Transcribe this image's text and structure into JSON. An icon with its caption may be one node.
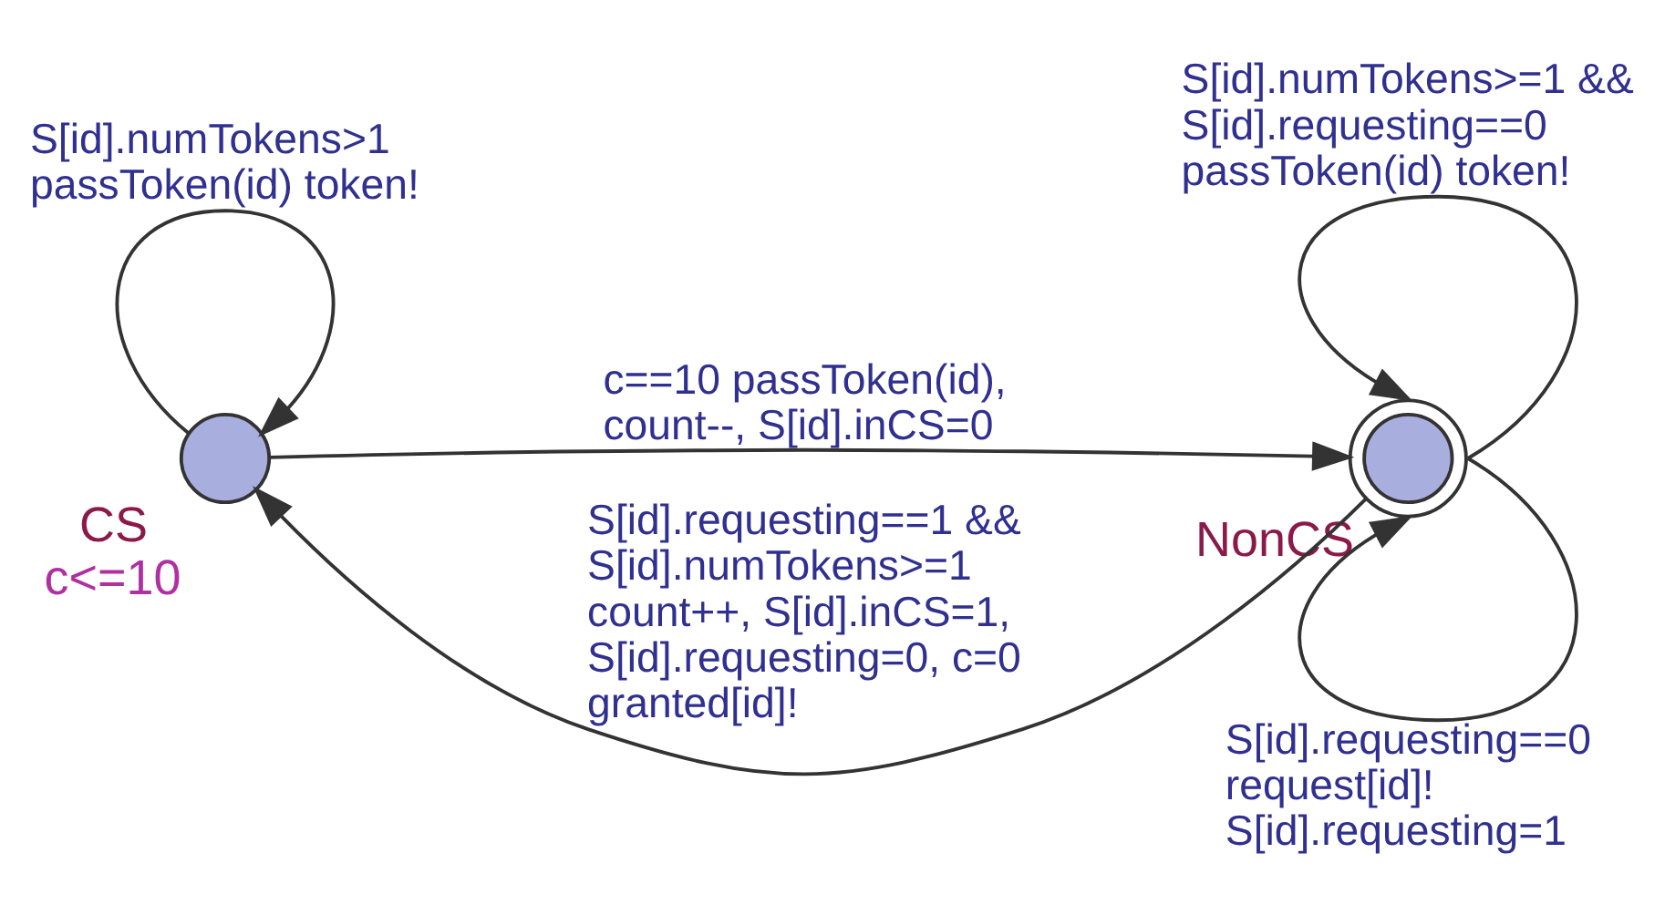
{
  "diagram": {
    "nodes": [
      {
        "text": [
          "CS"
        ],
        "beside": [
          "c<=10"
        ]
      },
      {
        "text": [
          "NonCS"
        ]
      }
    ],
    "edges": [
      {
        "from": 0,
        "to": 1,
        "arrow": "to",
        "label": "c==10 passToken(id), count--, S[id].inCS=0"
      },
      {
        "from": 0,
        "to": 0,
        "arrow": "to",
        "label": "S[id].numTokens>1 passToken(id) token!"
      },
      {
        "from": 1,
        "to": 1,
        "arrow": "to",
        "label": "S[id].numTokens>=1 && S[id].requesting==0 passToken(id) token!"
      },
      {
        "from": 1,
        "to": 1,
        "arrow": "to",
        "label": "S[id].requesting==0 request[id]! S[id].requesting=1"
      },
      {
        "from": 1,
        "to": 0,
        "arrow": "to",
        "label": "S[id].requesting==1 && S[id].numTokens>=1 count++, S[id].inCS=1, S[id].requesting=0, c=0 granted[id]!"
      }
    ]
  }
}
